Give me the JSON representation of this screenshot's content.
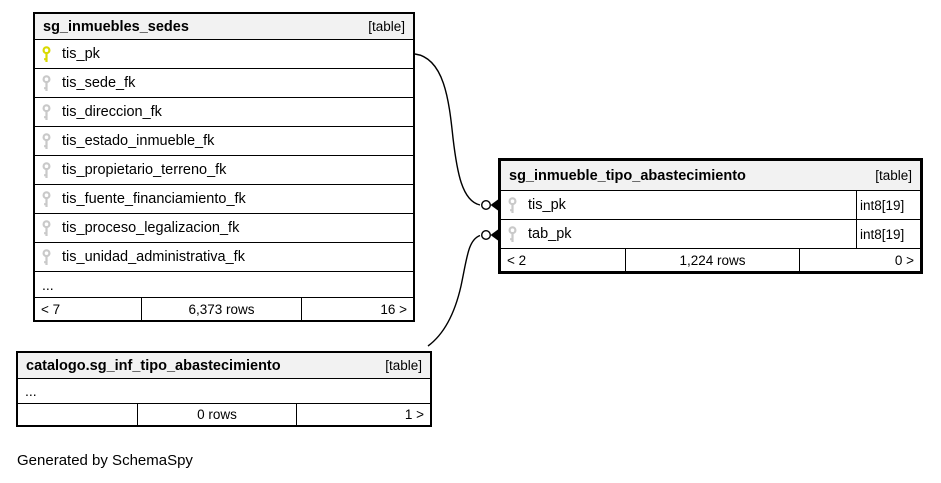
{
  "caption": "Generated by SchemaSpy",
  "colors": {
    "primary_key": "#d9d900",
    "foreign_key": "#c9c9c9",
    "header_bg": "#f2f2f2",
    "border": "#000000",
    "background": "#ffffff"
  },
  "tables": [
    {
      "title": "sg_inmuebles_sedes",
      "badge": "[table]",
      "columns": [
        {
          "name": "tis_pk",
          "key": "primary"
        },
        {
          "name": "tis_sede_fk",
          "key": "foreign"
        },
        {
          "name": "tis_direccion_fk",
          "key": "foreign"
        },
        {
          "name": "tis_estado_inmueble_fk",
          "key": "foreign"
        },
        {
          "name": "tis_propietario_terreno_fk",
          "key": "foreign"
        },
        {
          "name": "tis_fuente_financiamiento_fk",
          "key": "foreign"
        },
        {
          "name": "tis_proceso_legalizacion_fk",
          "key": "foreign"
        },
        {
          "name": "tis_unidad_administrativa_fk",
          "key": "foreign"
        }
      ],
      "ellipsis": "...",
      "footer": {
        "left": "< 7",
        "center": "6,373 rows",
        "right": "16 >"
      }
    },
    {
      "title": "sg_inmueble_tipo_abastecimiento",
      "badge": "[table]",
      "columns": [
        {
          "name": "tis_pk",
          "key": "foreign",
          "type": "int8[19]"
        },
        {
          "name": "tab_pk",
          "key": "foreign",
          "type": "int8[19]"
        }
      ],
      "footer": {
        "left": "< 2",
        "center": "1,224 rows",
        "right": "0 >"
      }
    },
    {
      "title": "catalogo.sg_inf_tipo_abastecimiento",
      "badge": "[table]",
      "ellipsis": "...",
      "footer": {
        "left": "",
        "center": "0 rows",
        "right": "1 >"
      }
    }
  ]
}
